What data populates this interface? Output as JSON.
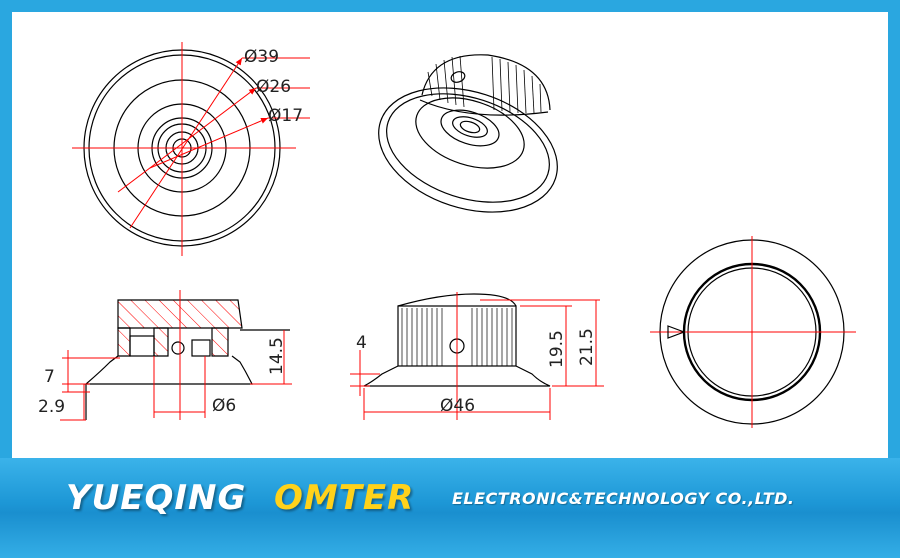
{
  "dimensions": {
    "d39": "Ø39",
    "d26": "Ø26",
    "d17": "Ø17",
    "h7": "7",
    "h2_9": "2.9",
    "d6": "Ø6",
    "h14_5": "14.5",
    "h4": "4",
    "h19_5": "19.5",
    "h21_5": "21.5",
    "d46": "Ø46"
  },
  "banner": {
    "brand_primary": "YUEQING",
    "brand_secondary": "OMTER",
    "tagline": "ELECTRONIC&TECHNOLOGY  CO.,LTD."
  },
  "colors": {
    "frame": "#2aa7e0",
    "centerline": "#ff0000",
    "outline": "#000000",
    "brand_secondary": "#ffd21a"
  }
}
